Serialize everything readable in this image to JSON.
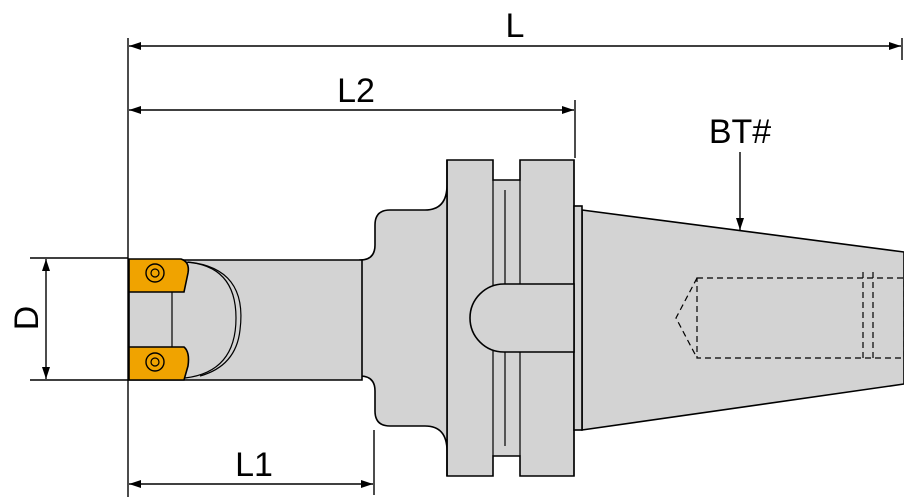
{
  "dimensions": {
    "overall_length": "L",
    "gauge_length": "L2",
    "head_length": "L1",
    "diameter": "D",
    "taper": "BT#"
  },
  "colors": {
    "body": "#d3d3d3",
    "insert": "#f0a300",
    "outline": "#000000"
  }
}
